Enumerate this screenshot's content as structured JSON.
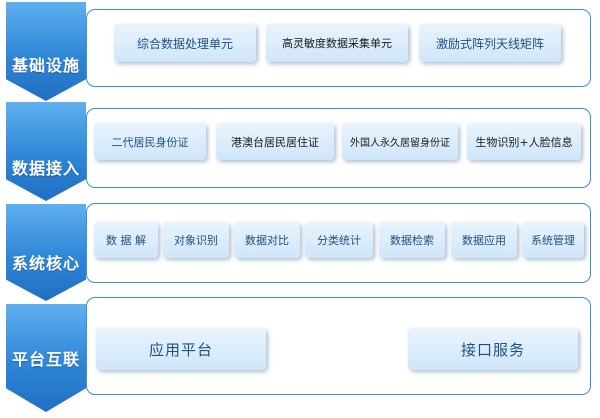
{
  "layers": [
    {
      "label": "基础设施",
      "items": [
        "综合数据处理单元",
        "高灵敏度数据采集单元",
        "激励式阵列天线矩阵"
      ]
    },
    {
      "label": "数据接入",
      "items": [
        "二代居民身份证",
        "港澳台居民居住证",
        "外国人永久居留身份证",
        "生物识别+人脸信息"
      ]
    },
    {
      "label": "系统核心",
      "items": [
        "数 据 解",
        "对象识别",
        "数据对比",
        "分类统计",
        "数据检索",
        "数据应用",
        "系统管理"
      ]
    },
    {
      "label": "平台互联",
      "items": [
        "应用平台",
        "接口服务"
      ]
    }
  ],
  "colors": {
    "panel_border": "#3b8fd6",
    "chevron": "#2f86d6",
    "item_text": "#1f4f86"
  }
}
